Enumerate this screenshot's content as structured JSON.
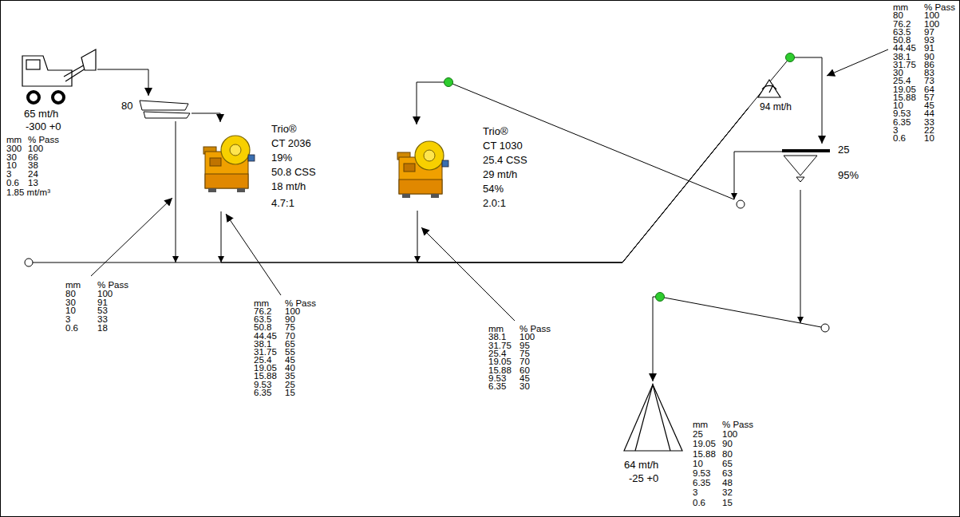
{
  "diagram": {
    "nodes": [
      {
        "text": [
          "65 mt/h",
          "-300 +0"
        ]
      },
      {
        "text": [
          "80"
        ]
      },
      {
        "text": [
          "Trio®",
          "CT 2036",
          "19%",
          "50.8 CSS",
          "18 mt/h",
          "4.7:1"
        ]
      },
      {
        "text": [
          "Trio®",
          "CT 1030",
          "25.4 CSS",
          "29 mt/h",
          "54%",
          "2.0:1"
        ]
      },
      {
        "text": [
          "94 mt/h"
        ]
      },
      {
        "text": [
          "25",
          "95%"
        ]
      },
      {
        "text": [
          "64 mt/h",
          "-25 +0"
        ]
      }
    ],
    "edges": [
      {
        "from": 0,
        "to": 1,
        "arrow": "to"
      },
      {
        "from": 1,
        "to": 2,
        "arrow": "to"
      },
      {
        "from": 1,
        "to": 4,
        "arrow": "none"
      },
      {
        "from": 2,
        "to": 4,
        "arrow": "none"
      },
      {
        "from": 3,
        "to": 4,
        "arrow": "none"
      },
      {
        "from": 4,
        "to": 5,
        "arrow": "to"
      },
      {
        "from": 5,
        "to": 3,
        "arrow": "to"
      },
      {
        "from": 5,
        "to": 6,
        "arrow": "to"
      }
    ],
    "labels": [
      "mm",
      "% Pass",
      "300",
      "100",
      "30",
      "66",
      "10",
      "38",
      "3",
      "24",
      "0.6",
      "13",
      "1.85 mt/m³",
      "mm",
      "% Pass",
      "80",
      "100",
      "30",
      "91",
      "10",
      "53",
      "3",
      "33",
      "0.6",
      "18",
      "mm",
      "% Pass",
      "76.2",
      "100",
      "63.5",
      "90",
      "50.8",
      "75",
      "44.45",
      "70",
      "38.1",
      "65",
      "31.75",
      "55",
      "25.4",
      "45",
      "19.05",
      "40",
      "15.88",
      "35",
      "9.53",
      "25",
      "6.35",
      "15",
      "mm",
      "% Pass",
      "38.1",
      "100",
      "31.75",
      "95",
      "25.4",
      "75",
      "19.05",
      "70",
      "15.88",
      "60",
      "9.53",
      "45",
      "6.35",
      "30",
      "mm",
      "% Pass",
      "80",
      "100",
      "76.2",
      "100",
      "63.5",
      "97",
      "50.8",
      "93",
      "44.45",
      "91",
      "38.1",
      "90",
      "31.75",
      "86",
      "30",
      "83",
      "25.4",
      "73",
      "19.05",
      "64",
      "15.88",
      "57",
      "10",
      "45",
      "9.53",
      "44",
      "6.35",
      "33",
      "3",
      "22",
      "0.6",
      "10",
      "mm",
      "% Pass",
      "25",
      "100",
      "19.05",
      "90",
      "15.88",
      "80",
      "10",
      "65",
      "9.53",
      "63",
      "6.35",
      "48",
      "3",
      "32",
      "0.6",
      "15"
    ]
  }
}
